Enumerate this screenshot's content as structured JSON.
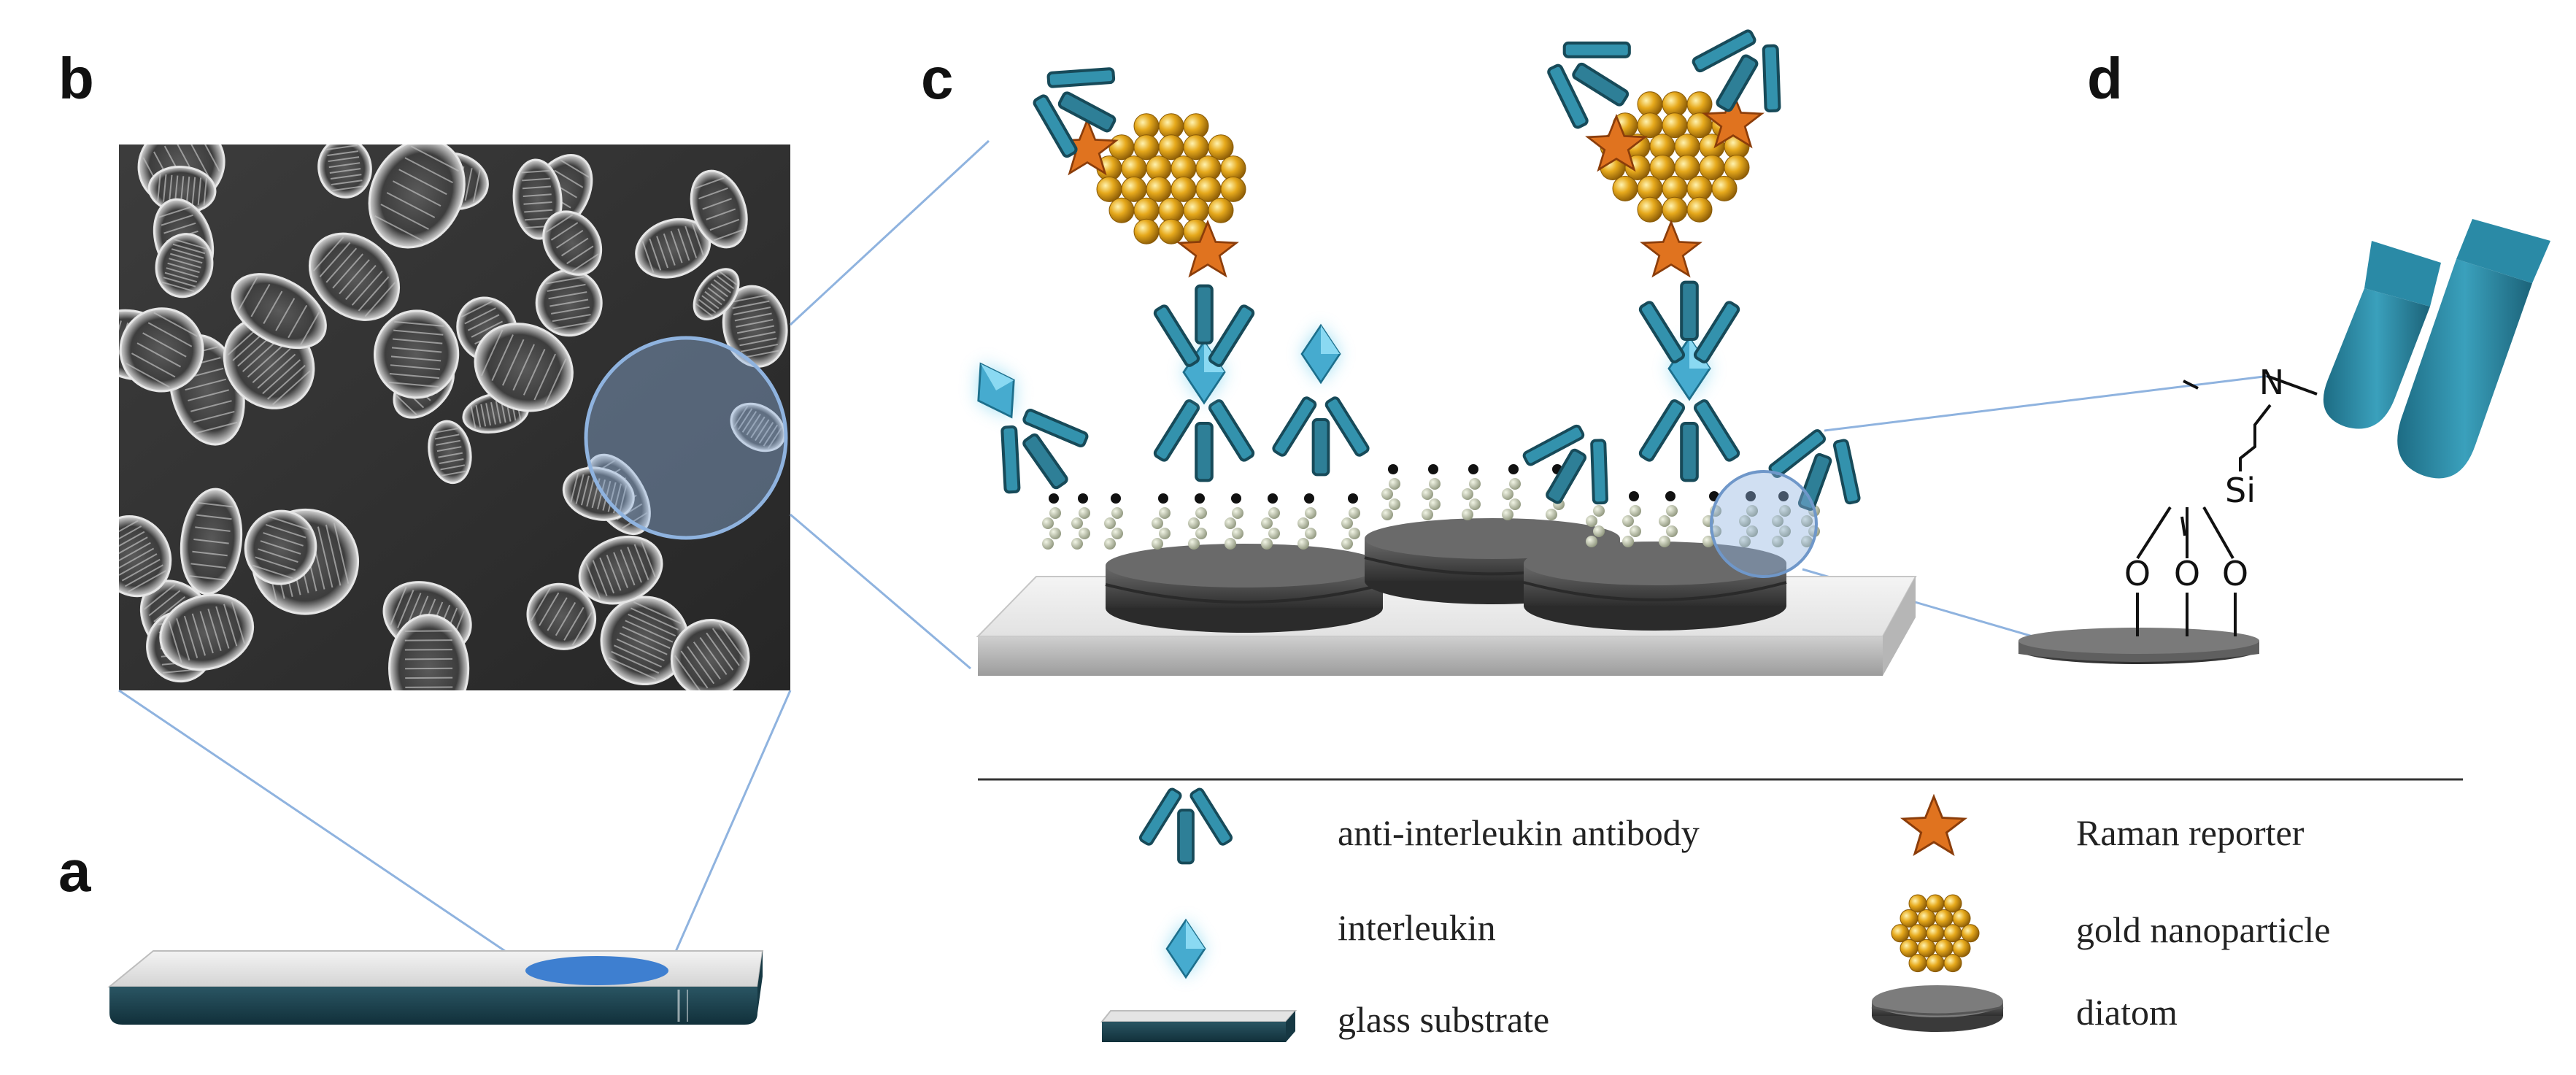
{
  "panels": {
    "a": "a",
    "b": "b",
    "c": "c",
    "d": "d"
  },
  "legend": {
    "antibody": "anti-interleukin antibody",
    "interleukin": "interleukin",
    "glass": "glass substrate",
    "raman": "Raman reporter",
    "gold": "gold nanoparticle",
    "diatom": "diatom"
  },
  "chemistry": {
    "nitrogen": "N",
    "silicon": "Si",
    "oxygen": "O"
  },
  "colors": {
    "antibody": "#2e7f97",
    "interleukin": "#4fb3d4",
    "raman": "#d8661c",
    "gold": "#e0a318",
    "diatom": "#4a4a4a",
    "glass_edge": "#1b3d48",
    "callout": "#8fb3df"
  }
}
